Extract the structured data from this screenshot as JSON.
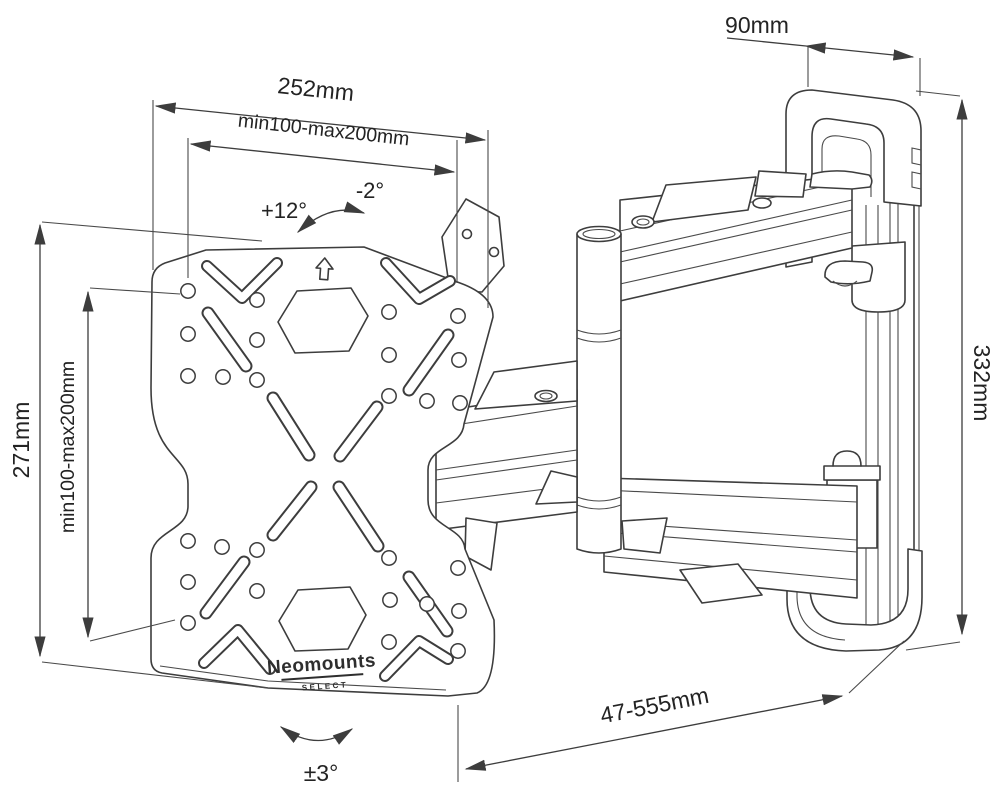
{
  "drawing": {
    "title": "TV wall mount dimensional drawing",
    "colors": {
      "line": "#3d3d3d",
      "text": "#232323",
      "background": "#ffffff"
    },
    "brand": {
      "name": "Neomounts",
      "series": "SELECT"
    },
    "dimensions": {
      "plate_width": "252mm",
      "vesa_width": "min100-max200mm",
      "plate_height": "271mm",
      "vesa_height": "min100-max200mm",
      "bracket_height": "332mm",
      "bracket_depth": "90mm",
      "extension_range": "47-555mm"
    },
    "angles": {
      "tilt_up": "+12°",
      "tilt_down": "-2°",
      "post_rotation": "±3°"
    },
    "icons": {
      "orientation_arrow": "up-arrow"
    }
  }
}
